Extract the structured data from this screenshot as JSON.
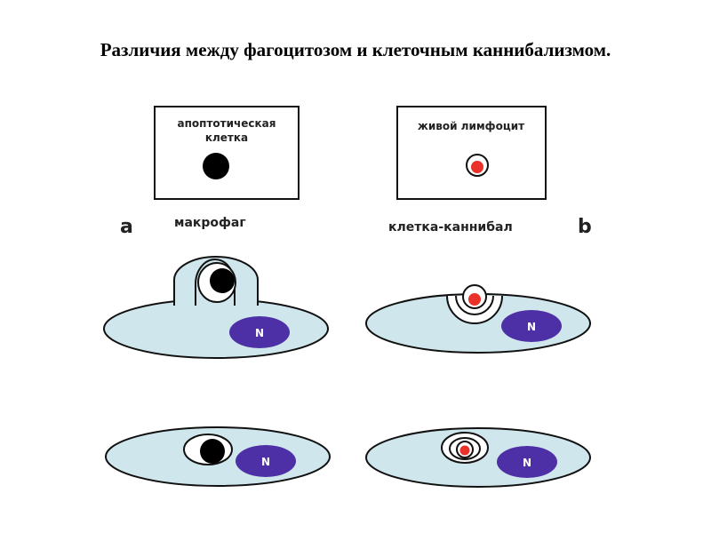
{
  "title": "Различия между фагоцитозом и клеточным каннибализмом.",
  "panels": {
    "a": {
      "letter": "a",
      "box_label_line1": "апоптотическая",
      "box_label_line2": "клетка",
      "cell_label": "макрофаг"
    },
    "b": {
      "letter": "b",
      "box_label": "живой лимфоцит",
      "cell_label": "клетка-каннибал"
    }
  },
  "nucleus_label": "N",
  "colors": {
    "cytoplasm": "#cfe6ec",
    "nucleus": "#4d2fa6",
    "apoptotic_cell": "#000000",
    "lymphocyte_core": "#e8322a",
    "outline": "#111111"
  }
}
